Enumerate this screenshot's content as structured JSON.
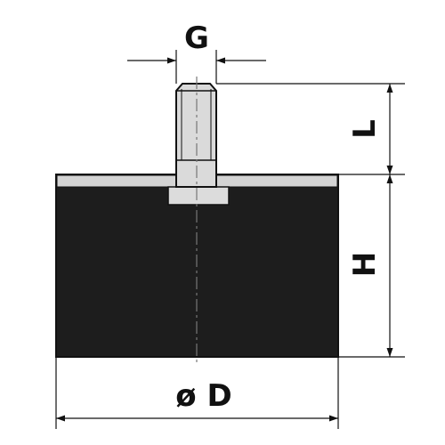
{
  "labels": {
    "thread_diameter": "G",
    "thread_length": "L",
    "height": "H",
    "diameter": "ø D"
  },
  "colors": {
    "rubber": "#1d1d1d",
    "metal": "#d8d8d8",
    "line": "#111111",
    "background": "#ffffff"
  }
}
